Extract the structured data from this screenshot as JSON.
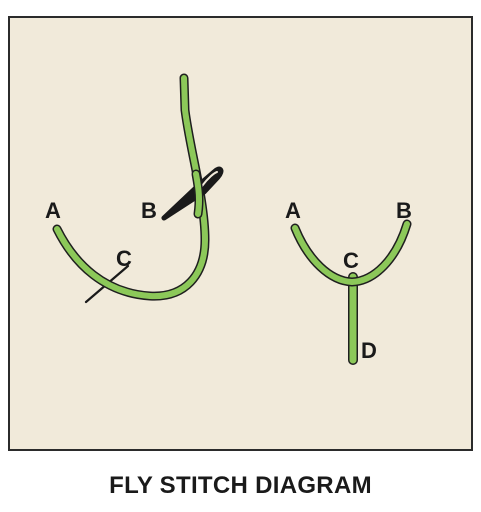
{
  "title": "FLY STITCH DIAGRAM",
  "colors": {
    "background": "#f1eada",
    "border": "#2b2b2b",
    "thread": "#8cc859",
    "thread_outline": "#1f1f1f",
    "needle": "#1a1a1a"
  },
  "step1": {
    "labels": {
      "a": "A",
      "b": "B",
      "c": "C"
    }
  },
  "step2": {
    "labels": {
      "a": "A",
      "b": "B",
      "c": "C",
      "d": "D"
    }
  }
}
